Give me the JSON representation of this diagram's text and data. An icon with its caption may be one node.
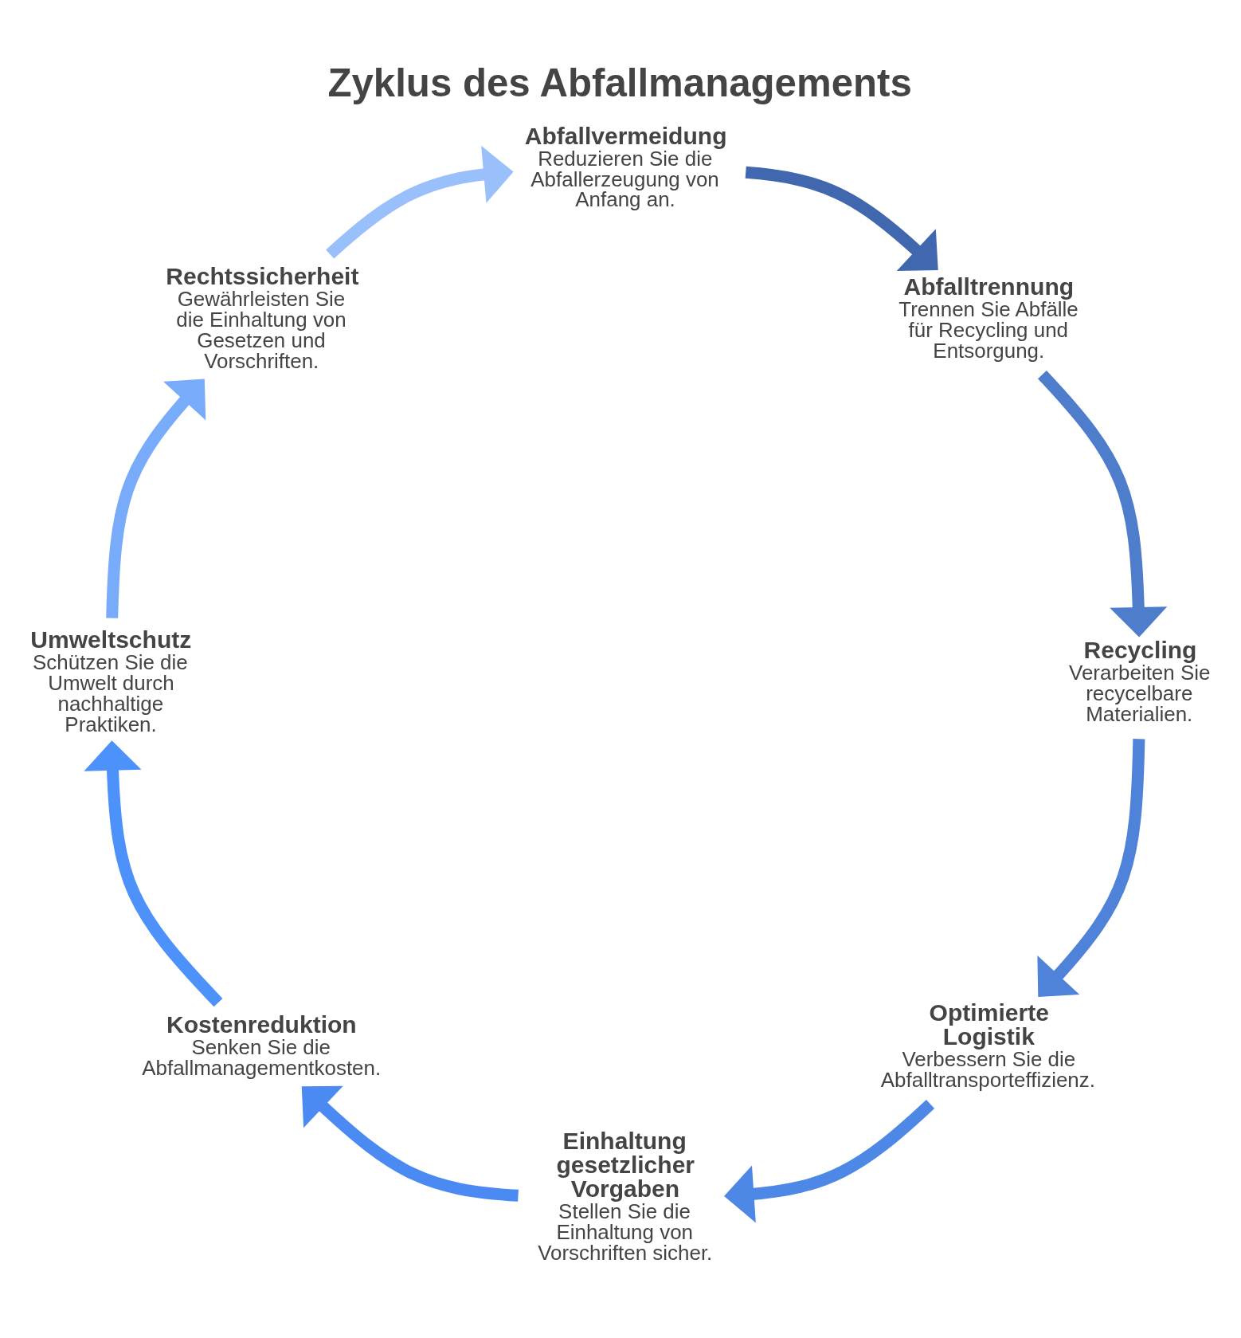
{
  "diagram": {
    "title": "Zyklus des Abfallmanagements",
    "nodes": [
      {
        "text": [
          "Abfallvermeidung",
          "Reduzieren Sie die Abfallerzeugung von Anfang an."
        ]
      },
      {
        "text": [
          "Abfalltrennung",
          "Trennen Sie Abfälle für Recycling und Entsorgung."
        ]
      },
      {
        "text": [
          "Recycling",
          "Verarbeiten Sie recycelbare Materialien."
        ]
      },
      {
        "text": [
          "Optimierte Logistik",
          "Verbessern Sie die Abfalltransporteffizienz."
        ]
      },
      {
        "text": [
          "Einhaltung gesetzlicher Vorgaben",
          "Stellen Sie die Einhaltung von Vorschriften sicher."
        ]
      },
      {
        "text": [
          "Kostenreduktion",
          "Senken Sie die Abfallmanagementkosten."
        ]
      },
      {
        "text": [
          "Umweltschutz",
          "Schützen Sie die Umwelt durch nachhaltige Praktiken."
        ]
      },
      {
        "text": [
          "Rechtssicherheit",
          "Gewährleisten Sie die Einhaltung von Gesetzen und Vorschriften."
        ]
      }
    ],
    "edges": [
      {
        "from": 0,
        "to": 1,
        "arrow": "to",
        "color": "#4167ae"
      },
      {
        "from": 1,
        "to": 2,
        "arrow": "to",
        "color": "#4d7dcb"
      },
      {
        "from": 2,
        "to": 3,
        "arrow": "to",
        "color": "#4f83d9"
      },
      {
        "from": 3,
        "to": 4,
        "arrow": "to",
        "color": "#4d88e6"
      },
      {
        "from": 4,
        "to": 5,
        "arrow": "to",
        "color": "#4a8af2"
      },
      {
        "from": 5,
        "to": 6,
        "arrow": "to",
        "color": "#4d91fb"
      },
      {
        "from": 6,
        "to": 7,
        "arrow": "to",
        "color": "#78acfb"
      },
      {
        "from": 7,
        "to": 0,
        "arrow": "to",
        "color": "#9ac0fc"
      }
    ]
  }
}
